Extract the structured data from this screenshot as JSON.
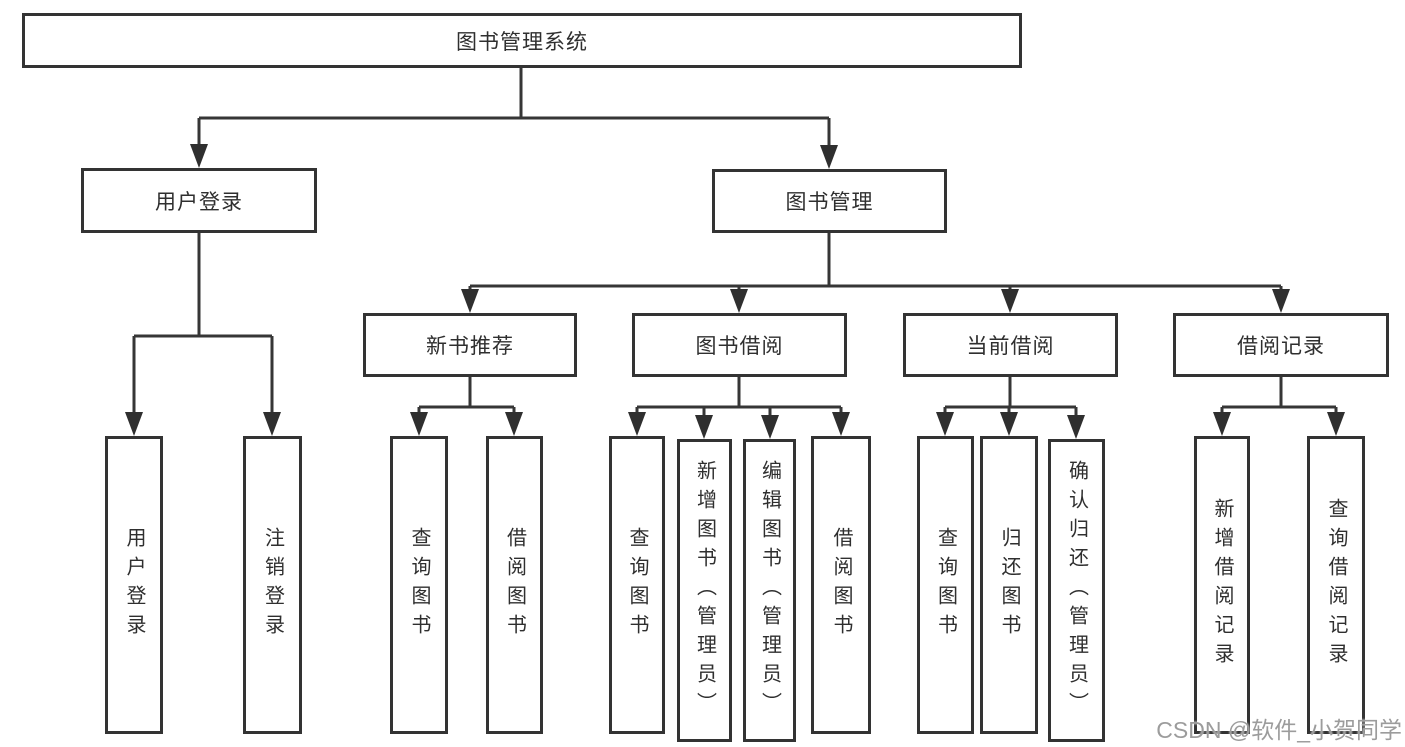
{
  "diagram_title": "图书管理系统",
  "tree": {
    "label": "图书管理系统",
    "children": [
      {
        "label": "用户登录",
        "children": [
          {
            "label": "用户登录"
          },
          {
            "label": "注销登录"
          }
        ]
      },
      {
        "label": "图书管理",
        "children": [
          {
            "label": "新书推荐",
            "children": [
              {
                "label": "查询图书"
              },
              {
                "label": "借阅图书"
              }
            ]
          },
          {
            "label": "图书借阅",
            "children": [
              {
                "label": "查询图书"
              },
              {
                "label": "新增图书（管理员）"
              },
              {
                "label": "编辑图书（管理员）"
              },
              {
                "label": "借阅图书"
              }
            ]
          },
          {
            "label": "当前借阅",
            "children": [
              {
                "label": "查询图书"
              },
              {
                "label": "归还图书"
              },
              {
                "label": "确认归还（管理员）"
              }
            ]
          },
          {
            "label": "借阅记录",
            "children": [
              {
                "label": "新增借阅记录"
              },
              {
                "label": "查询借阅记录"
              }
            ]
          }
        ]
      }
    ]
  },
  "watermark": "CSDN @软件_小贺同学",
  "colors": {
    "line": "#363636",
    "box_border": "#333333",
    "text": "#2f2f2f",
    "watermark": "#9c9c9c",
    "background": "#ffffff"
  }
}
